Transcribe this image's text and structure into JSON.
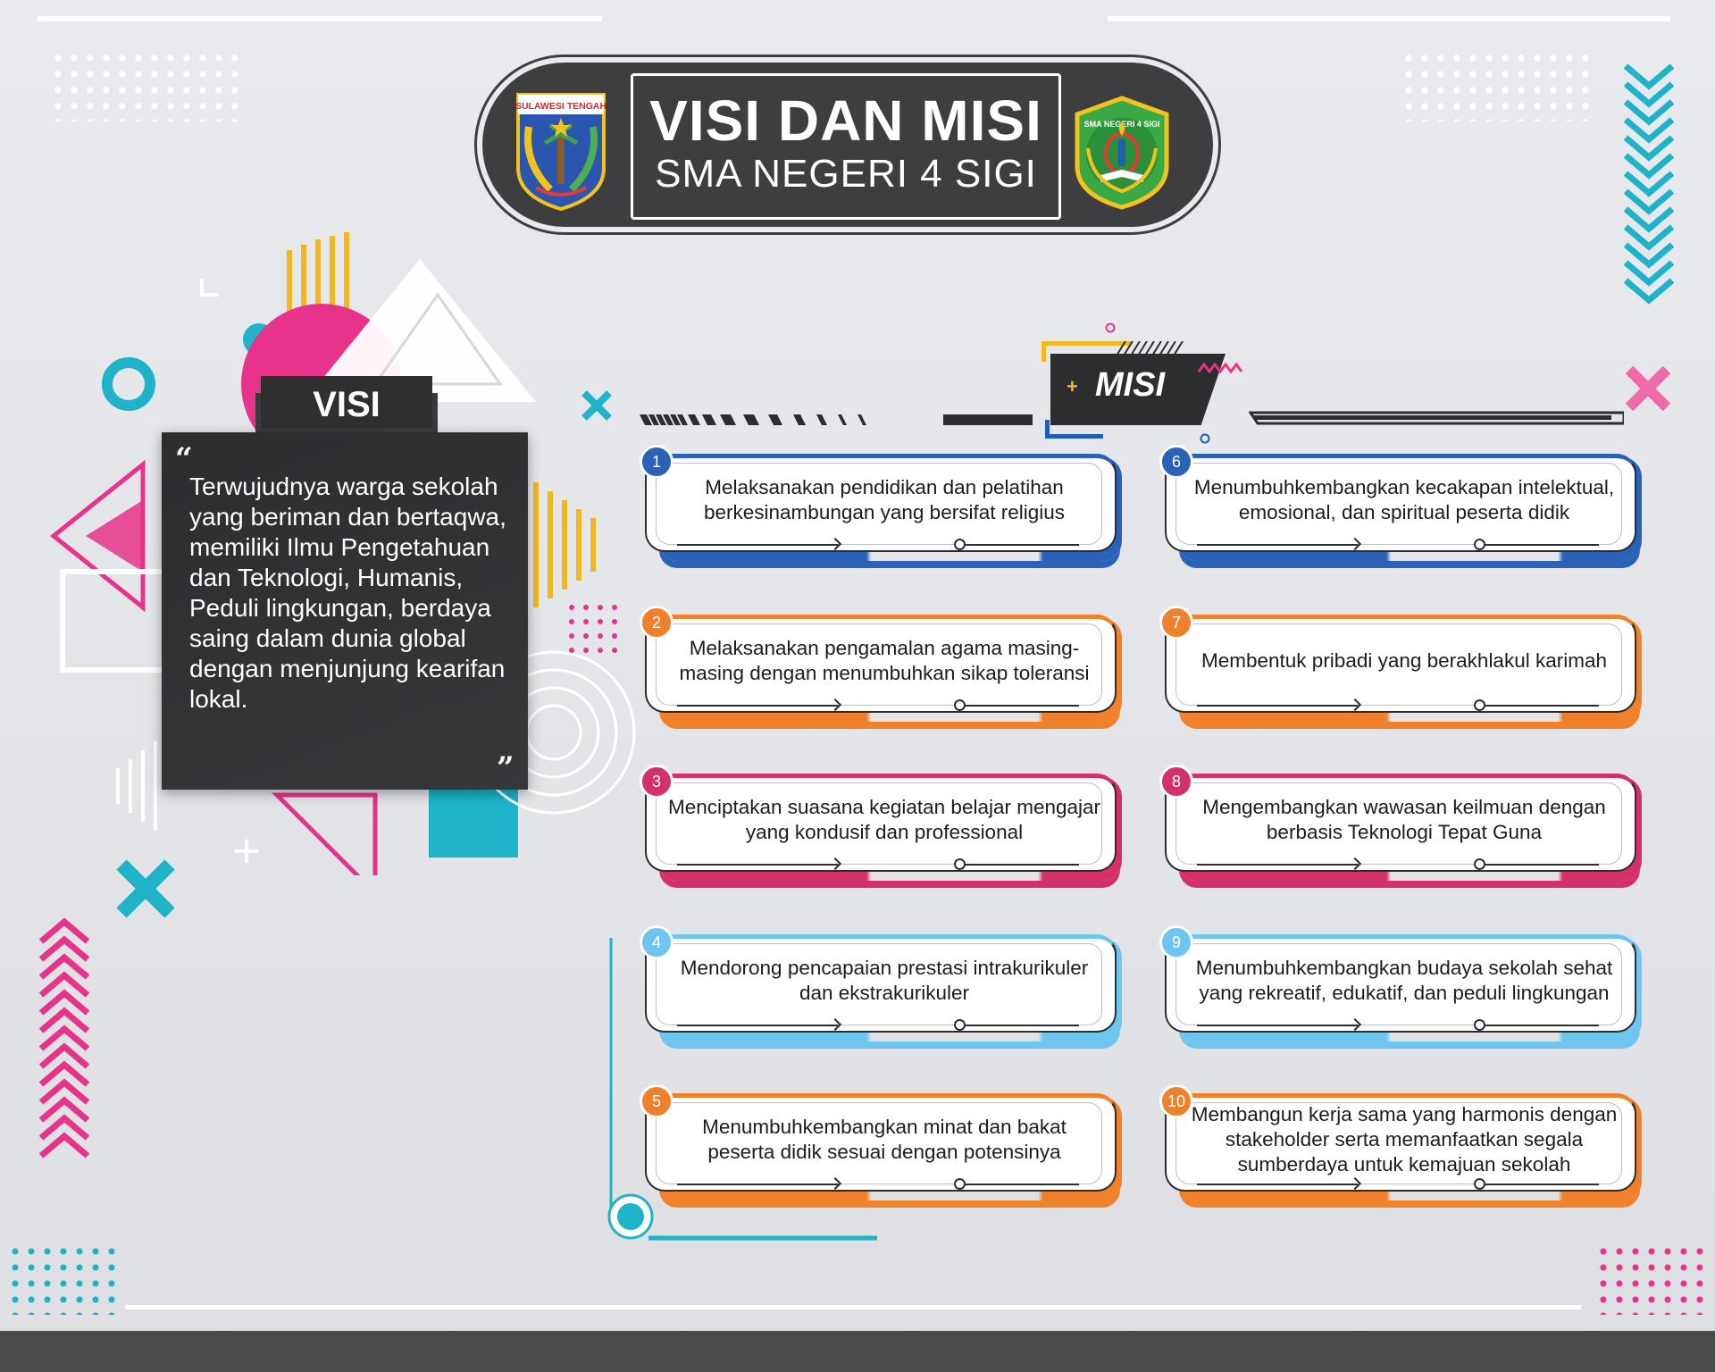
{
  "header": {
    "title": "VISI DAN MISI",
    "subtitle": "SMA NEGERI 4 SIGI",
    "left_logo_text": "SULAWESI TENGAH",
    "right_logo_text": "SMA NEGERI 4 SIGI"
  },
  "visi": {
    "label": "VISI",
    "quote_open": "“",
    "quote_close": "”",
    "text": "Terwujudnya warga sekolah yang beriman dan bertaqwa, memiliki Ilmu Pengetahuan dan Teknologi, Humanis, Peduli lingkungan, berdaya saing dalam dunia global dengan menjunjung kearifan lokal."
  },
  "misi": {
    "label": "MISI",
    "plus": "+",
    "items": [
      {
        "number": "1",
        "text": "Melaksanakan pendidikan dan pelatihan berkesinambungan yang bersifat religius",
        "color": "#2a62b8"
      },
      {
        "number": "2",
        "text": "Melaksanakan pengamalan agama masing-masing dengan menumbuhkan sikap toleransi",
        "color": "#f0812a"
      },
      {
        "number": "3",
        "text": "Menciptakan suasana kegiatan belajar mengajar yang kondusif dan professional",
        "color": "#d4306a"
      },
      {
        "number": "4",
        "text": "Mendorong pencapaian prestasi intrakurikuler dan ekstrakurikuler",
        "color": "#6ec6ef"
      },
      {
        "number": "5",
        "text": "Menumbuhkembangkan minat dan bakat peserta didik sesuai dengan potensinya",
        "color": "#f0812a"
      },
      {
        "number": "6",
        "text": "Menumbuhkembangkan kecakapan intelektual, emosional, dan spiritual peserta didik",
        "color": "#2a62b8"
      },
      {
        "number": "7",
        "text": "Membentuk pribadi yang berakhlakul karimah",
        "color": "#f0812a"
      },
      {
        "number": "8",
        "text": "Mengembangkan wawasan keilmuan dengan berbasis Teknologi Tepat Guna",
        "color": "#d4306a"
      },
      {
        "number": "9",
        "text": "Menumbuhkembangkan budaya sekolah sehat yang rekreatif, edukatif, dan peduli lingkungan",
        "color": "#6ec6ef"
      },
      {
        "number": "10",
        "text": "Membangun kerja sama yang harmonis dengan stakeholder serta memanfaatkan segala sumberdaya untuk kemajuan sekolah",
        "color": "#f0812a"
      }
    ]
  },
  "colors": {
    "dark": "#2d2d30",
    "cyan": "#1fb3c9",
    "pink": "#e8338a",
    "yellow": "#f3b81f"
  }
}
